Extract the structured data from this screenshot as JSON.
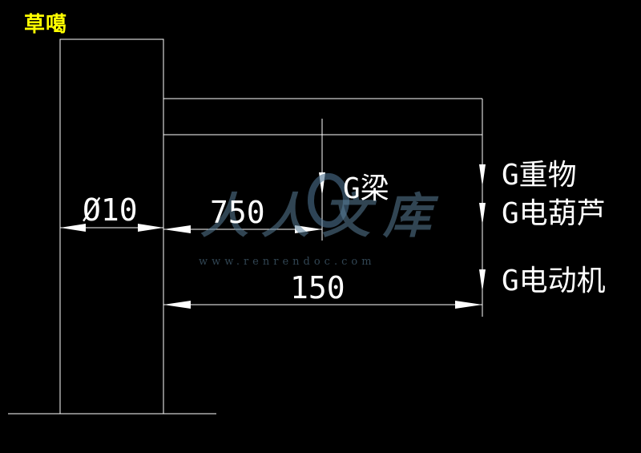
{
  "title": "草噶",
  "dimensions": {
    "diameter": "Ø10",
    "left_span": "750",
    "full_span": "150"
  },
  "forces": {
    "beam": "G梁",
    "load": "G重物",
    "hoist": "G电葫芦",
    "motor": "G电动机"
  },
  "watermark": {
    "main": "人人文库",
    "url": "www.renrendoc.com"
  },
  "colors": {
    "background": "#000000",
    "lines": "#ffffff",
    "title": "#ffff00",
    "watermark": "#5a7f98"
  }
}
